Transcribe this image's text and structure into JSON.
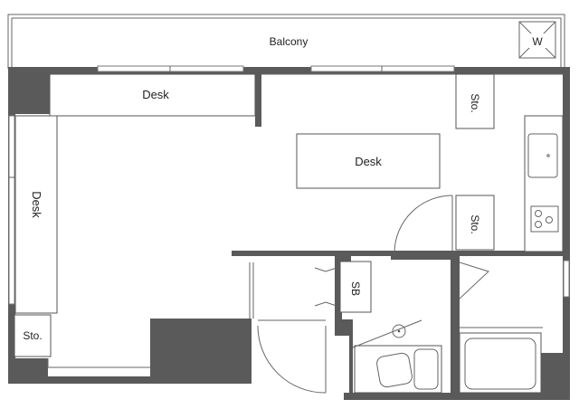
{
  "rooms": {
    "balcony": "Balcony",
    "w": "W",
    "desk_top": "Desk",
    "desk_center": "Desk",
    "desk_left": "Desk",
    "sto_top": "Sto.",
    "sto_mid": "Sto.",
    "sto_bottom": "Sto.",
    "sb": "SB"
  },
  "colors": {
    "wall": "#5a5a5a",
    "line": "#666666",
    "background": "#ffffff"
  }
}
